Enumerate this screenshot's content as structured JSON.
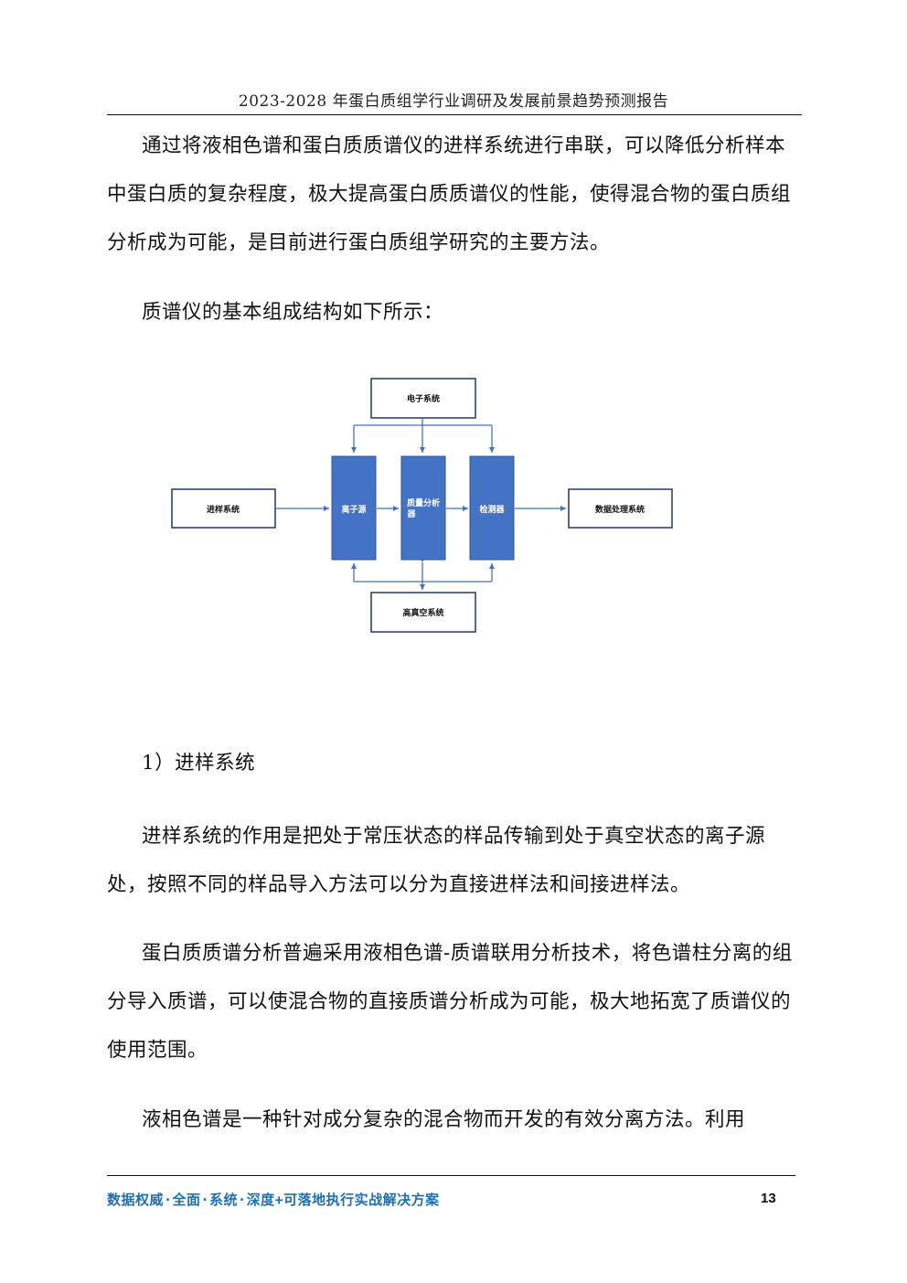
{
  "header": {
    "title": "2023-2028 年蛋白质组学行业调研及发展前景趋势预测报告"
  },
  "body": {
    "paragraph_1": "通过将液相色谱和蛋白质质谱仪的进样系统进行串联，可以降低分析样本中蛋白质的复杂程度，极大提高蛋白质质谱仪的性能，使得混合物的蛋白质组分析成为可能，是目前进行蛋白质组学研究的主要方法。",
    "paragraph_2": "质谱仪的基本组成结构如下所示：",
    "section_heading": "1）进样系统",
    "paragraph_3": "进样系统的作用是把处于常压状态的样品传输到处于真空状态的离子源处，按照不同的样品导入方法可以分为直接进样法和间接进样法。",
    "paragraph_4": "蛋白质质谱分析普遍采用液相色谱-质谱联用分析技术，将色谱柱分离的组分导入质谱，可以使混合物的直接质谱分析成为可能，极大地拓宽了质谱仪的使用范围。",
    "paragraph_5": "液相色谱是一种针对成分复杂的混合物而开发的有效分离方法。利用"
  },
  "diagram": {
    "nodes": {
      "electronic_system": "电子系统",
      "sample_intake": "进样系统",
      "ion_source": "离子源",
      "mass_analyzer_line1": "质量分析",
      "mass_analyzer_line2": "器",
      "detector": "检测器",
      "data_processing": "数据处理系统",
      "high_vacuum": "高真空系统"
    },
    "colors": {
      "box_fill": "#4472c4",
      "box_border": "#1f3864",
      "arrow": "#4472c4",
      "box_text": "#ffffff"
    }
  },
  "footer": {
    "tagline": "数据权威·全面·系统·深度+可落地执行实战解决方案",
    "page_number": "13"
  }
}
